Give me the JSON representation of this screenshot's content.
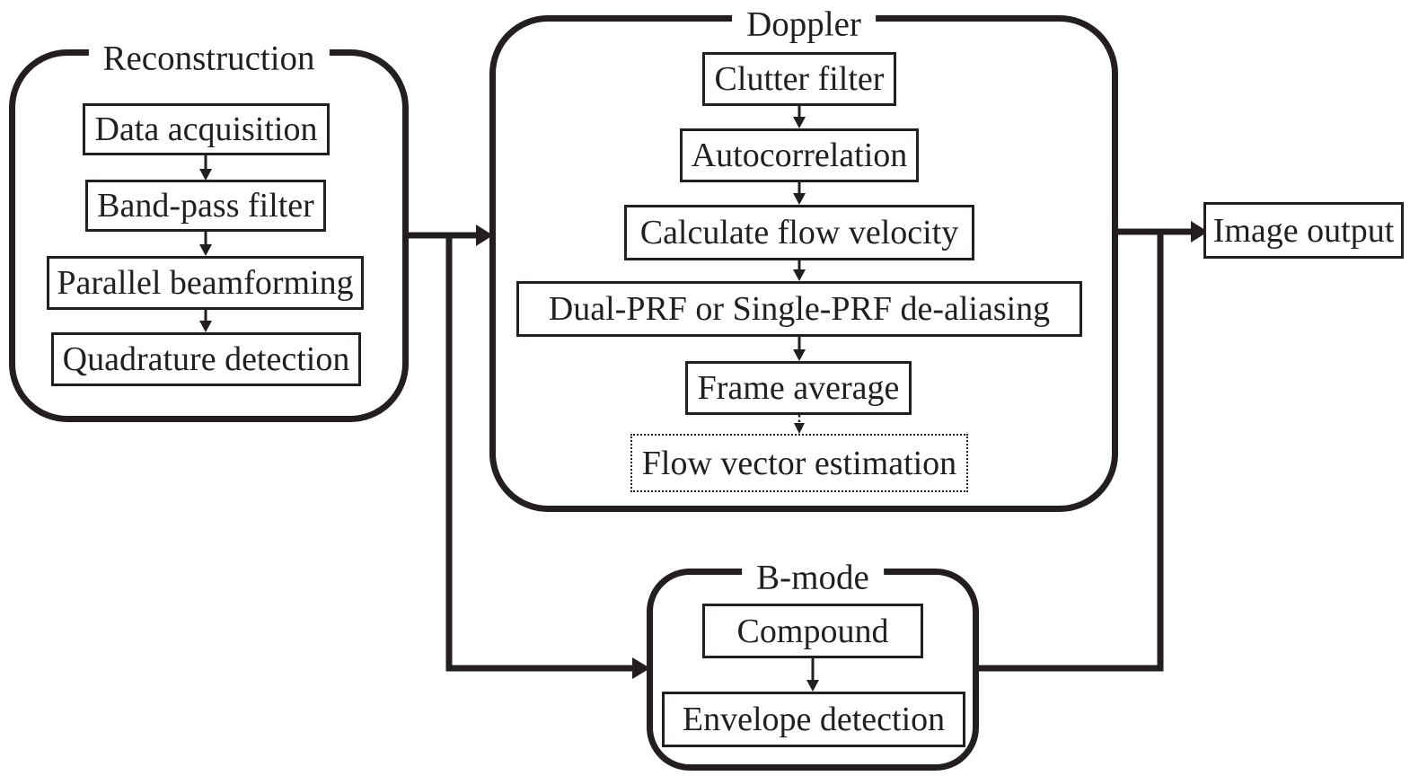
{
  "figure": {
    "type": "flowchart",
    "background": "#ffffff",
    "line_color": "#231f20"
  },
  "groups": {
    "reconstruction": {
      "label": "Reconstruction",
      "boxes": [
        {
          "label": "Data acquisition"
        },
        {
          "label": "Band-pass filter"
        },
        {
          "label": "Parallel beamforming"
        },
        {
          "label": "Quadrature detection"
        }
      ]
    },
    "doppler": {
      "label": "Doppler",
      "boxes": [
        {
          "label": "Clutter filter"
        },
        {
          "label": "Autocorrelation"
        },
        {
          "label": "Calculate flow velocity"
        },
        {
          "label": "Dual-PRF or Single-PRF de-aliasing"
        },
        {
          "label": "Frame average"
        },
        {
          "label": "Flow vector estimation",
          "border": "dotted"
        }
      ]
    },
    "b_mode": {
      "label": "B-mode",
      "boxes": [
        {
          "label": "Compound"
        },
        {
          "label": "Envelope detection"
        }
      ]
    }
  },
  "output": {
    "label": "Image output"
  },
  "edges": [
    {
      "from": "Data acquisition",
      "to": "Band-pass filter"
    },
    {
      "from": "Band-pass filter",
      "to": "Parallel beamforming"
    },
    {
      "from": "Parallel beamforming",
      "to": "Quadrature detection"
    },
    {
      "from": "Reconstruction",
      "to": "Doppler"
    },
    {
      "from": "Reconstruction",
      "to": "B-mode"
    },
    {
      "from": "Clutter filter",
      "to": "Autocorrelation"
    },
    {
      "from": "Autocorrelation",
      "to": "Calculate flow velocity"
    },
    {
      "from": "Calculate flow velocity",
      "to": "Dual-PRF or Single-PRF de-aliasing"
    },
    {
      "from": "Dual-PRF or Single-PRF de-aliasing",
      "to": "Frame average"
    },
    {
      "from": "Frame average",
      "to": "Flow vector estimation",
      "style": "dotted"
    },
    {
      "from": "Compound",
      "to": "Envelope detection"
    },
    {
      "from": "Doppler",
      "to": "Image output"
    },
    {
      "from": "B-mode",
      "to": "Image output"
    }
  ]
}
